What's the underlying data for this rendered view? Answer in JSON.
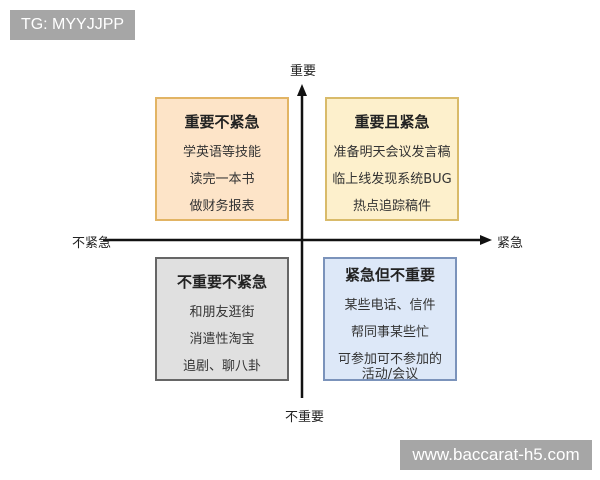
{
  "watermarks": {
    "top_left": "TG: MYYJJPP",
    "bottom_right": "www.baccarat-h5.com"
  },
  "axes": {
    "top": "重要",
    "bottom": "不重要",
    "left": "不紧急",
    "right": "紧急"
  },
  "quadrants": {
    "top_left": {
      "title": "重要不紧急",
      "items": [
        "学英语等技能",
        "读完一本书",
        "做财务报表"
      ]
    },
    "top_right": {
      "title": "重要且紧急",
      "items": [
        "准备明天会议发言稿",
        "临上线发现系统BUG",
        "热点追踪稿件"
      ]
    },
    "bottom_left": {
      "title": "不重要不紧急",
      "items": [
        "和朋友逛街",
        "消遣性淘宝",
        "追剧、聊八卦"
      ]
    },
    "bottom_right": {
      "title": "紧急但不重要",
      "items": [
        "某些电话、信件",
        "帮同事某些忙",
        "可参加可不参加的 活动/会议"
      ]
    }
  }
}
